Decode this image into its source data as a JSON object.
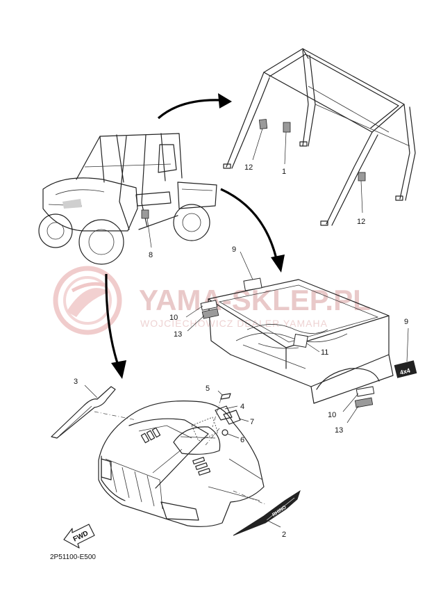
{
  "watermark": {
    "brand": "YAMA-SKLEP.PL",
    "dealer": "WOJCIECHOWICZ DEALER YAMAHA"
  },
  "callouts": {
    "c1": "1",
    "c2": "2",
    "c3": "3",
    "c4": "4",
    "c5": "5",
    "c6": "6",
    "c7": "7",
    "c8": "8",
    "c9_top": "9",
    "c9_right": "9",
    "c10_left": "10",
    "c10_right": "10",
    "c11": "11",
    "c12_left": "12",
    "c12_right": "12",
    "c13_left": "13",
    "c13_right": "13"
  },
  "decal_text": {
    "rhino": "RHINO",
    "badge": "4x4"
  },
  "fwd_label": "FWD",
  "diagram_code": "2P51100-E500"
}
